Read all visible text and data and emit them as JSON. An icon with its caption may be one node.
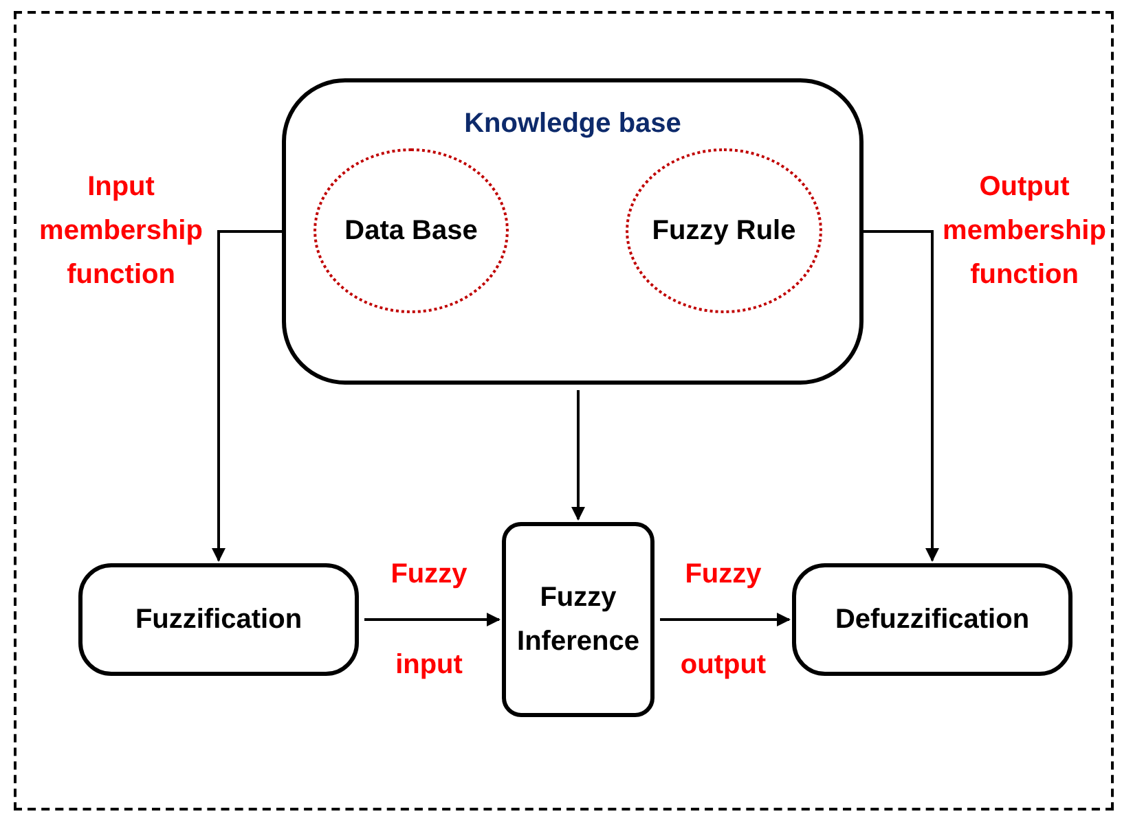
{
  "diagram": {
    "nodes": [
      {
        "text": [],
        "shape": "box"
      },
      {
        "text": [
          "Knowledge base"
        ],
        "in": 0
      },
      {
        "text": [
          "Data Base"
        ],
        "in": 1
      },
      {
        "text": [
          "Fuzzy Rule"
        ],
        "in": 1
      },
      {
        "text": [
          "Fuzzification"
        ],
        "in": 0
      },
      {
        "text": [
          "Fuzzy Inference"
        ],
        "in": 0
      },
      {
        "text": [
          "Defuzzification"
        ],
        "in": 0
      }
    ],
    "edges": [
      {
        "from": 1,
        "to": 4,
        "arrow": "to",
        "label": "Input membership function"
      },
      {
        "from": 1,
        "to": 5,
        "arrow": "to"
      },
      {
        "from": 1,
        "to": 6,
        "arrow": "to",
        "label": "Output membership function"
      },
      {
        "from": 4,
        "to": 5,
        "arrow": "to",
        "label": "Fuzzy input"
      },
      {
        "from": 5,
        "to": 6,
        "arrow": "to",
        "label": "Fuzzy output"
      }
    ]
  }
}
